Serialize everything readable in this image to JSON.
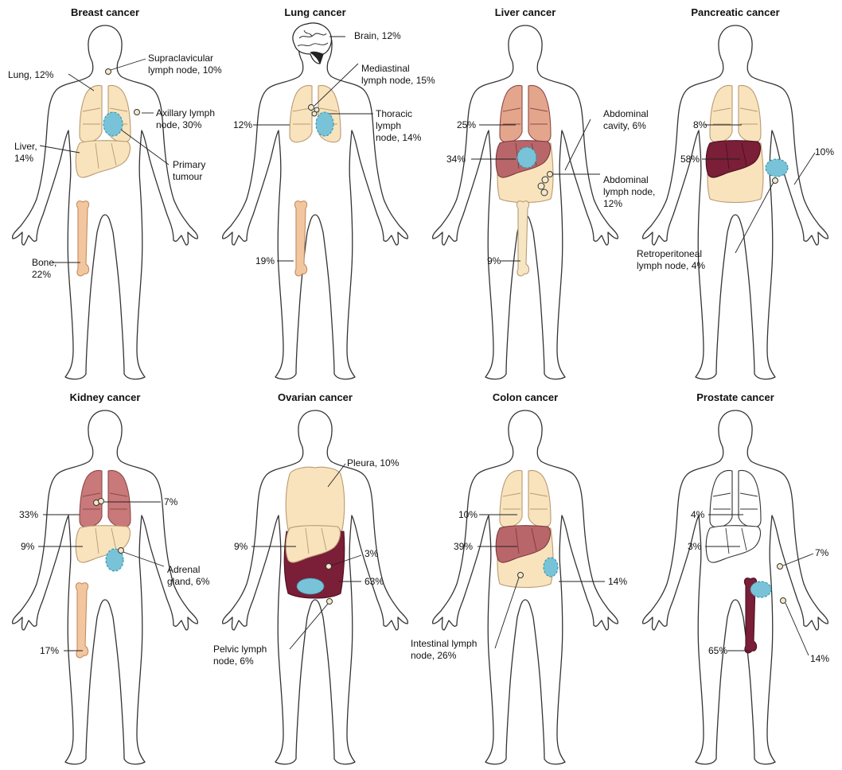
{
  "colors": {
    "outline": "#333333",
    "organ_pale": "#f8e3bd",
    "organ_pale_stroke": "#b99a72",
    "organ_mid": "#e3a58c",
    "organ_dark": "#7b1e37",
    "organ_rose": "#b9666b",
    "bone": "#f2c7a0",
    "tumour": "#78c3d7",
    "tumour_stroke": "#2d8faa",
    "node": "#f6e8c8"
  },
  "panels": [
    {
      "title": "Breast cancer",
      "labels": [
        "Supraclavicular lymph node, 10%",
        "Lung, 12%",
        "Axillary lymph node, 30%",
        "Liver, 14%",
        "Primary tumour",
        "Bone, 22%"
      ],
      "lines": [
        "Supraclavicular",
        "lymph node, 10%",
        "Lung, 12%",
        "Axillary lymph",
        "node, 30%",
        "Liver,",
        "14%",
        "Primary",
        "tumour",
        "Bone,",
        "22%"
      ]
    },
    {
      "title": "Lung cancer",
      "labels": [
        "Brain, 12%",
        "Mediastinal lymph node, 15%",
        "12%",
        "Thoracic lymph node, 14%",
        "19%"
      ],
      "lines": [
        "Brain, 12%",
        "Mediastinal",
        "lymph node, 15%",
        "12%",
        "Thoracic",
        "lymph",
        "node, 14%",
        "19%"
      ]
    },
    {
      "title": "Liver cancer",
      "labels": [
        "25%",
        "Abdominal cavity, 6%",
        "34%",
        "Abdominal lymph node, 12%",
        "9%"
      ],
      "lines": [
        "Abdominal",
        "cavity, 6%",
        "25%",
        "34%",
        "Abdominal",
        "lymph node,",
        "12%",
        "9%"
      ]
    },
    {
      "title": "Pancreatic cancer",
      "labels": [
        "8%",
        "58%",
        "10%",
        "Retroperitoneal lymph node, 4%"
      ],
      "lines": [
        "8%",
        "58%",
        "10%",
        "Retroperitoneal",
        "lymph node, 4%"
      ]
    },
    {
      "title": "Kidney cancer",
      "labels": [
        "33%",
        "7%",
        "9%",
        "Adrenal gland, 6%",
        "17%"
      ],
      "lines": [
        "33%",
        "7%",
        "9%",
        "Adrenal",
        "gland, 6%",
        "17%"
      ]
    },
    {
      "title": "Ovarian cancer",
      "labels": [
        "Pleura, 10%",
        "9%",
        "3%",
        "63%",
        "Pelvic lymph node, 6%"
      ],
      "lines": [
        "Pleura, 10%",
        "9%",
        "3%",
        "63%",
        "Pelvic lymph",
        "node, 6%"
      ]
    },
    {
      "title": "Colon cancer",
      "labels": [
        "10%",
        "39%",
        "14%",
        "Intestinal lymph node, 26%"
      ],
      "lines": [
        "10%",
        "39%",
        "14%",
        "Intestinal lymph",
        "node, 26%"
      ]
    },
    {
      "title": "Prostate cancer",
      "labels": [
        "4%",
        "3%",
        "7%",
        "65%",
        "14%"
      ],
      "lines": [
        "4%",
        "3%",
        "7%",
        "65%",
        "14%"
      ]
    }
  ]
}
